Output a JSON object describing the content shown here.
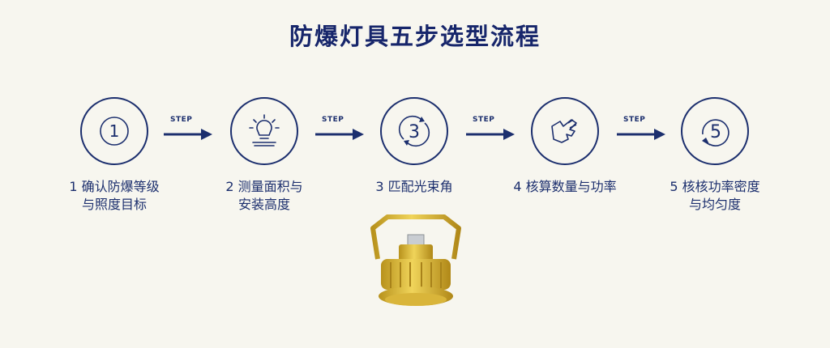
{
  "title": "防爆灯具五步选型流程",
  "arrow_label": "STEP",
  "steps": [
    {
      "line1": "1 确认防爆等级",
      "line2": "与照度目标",
      "icon": "number-one-icon"
    },
    {
      "line1": "2 测量面积与",
      "line2": "安装高度",
      "icon": "light-bulb-icon"
    },
    {
      "line1": "3 匹配光束角",
      "line2": "",
      "icon": "number-three-cycle-icon"
    },
    {
      "line1": "4 核算数量与功率",
      "line2": "",
      "icon": "hand-calculation-icon"
    },
    {
      "line1": "5 核核功率密度",
      "line2": "与均匀度",
      "icon": "number-five-cycle-icon"
    }
  ],
  "icon_digits": {
    "one": "1",
    "three": "3",
    "five": "5"
  },
  "colors": {
    "navy": "#1c2f6e",
    "title": "#17266b",
    "lamp": "#e3c13a",
    "background": "#f7f6ef"
  }
}
